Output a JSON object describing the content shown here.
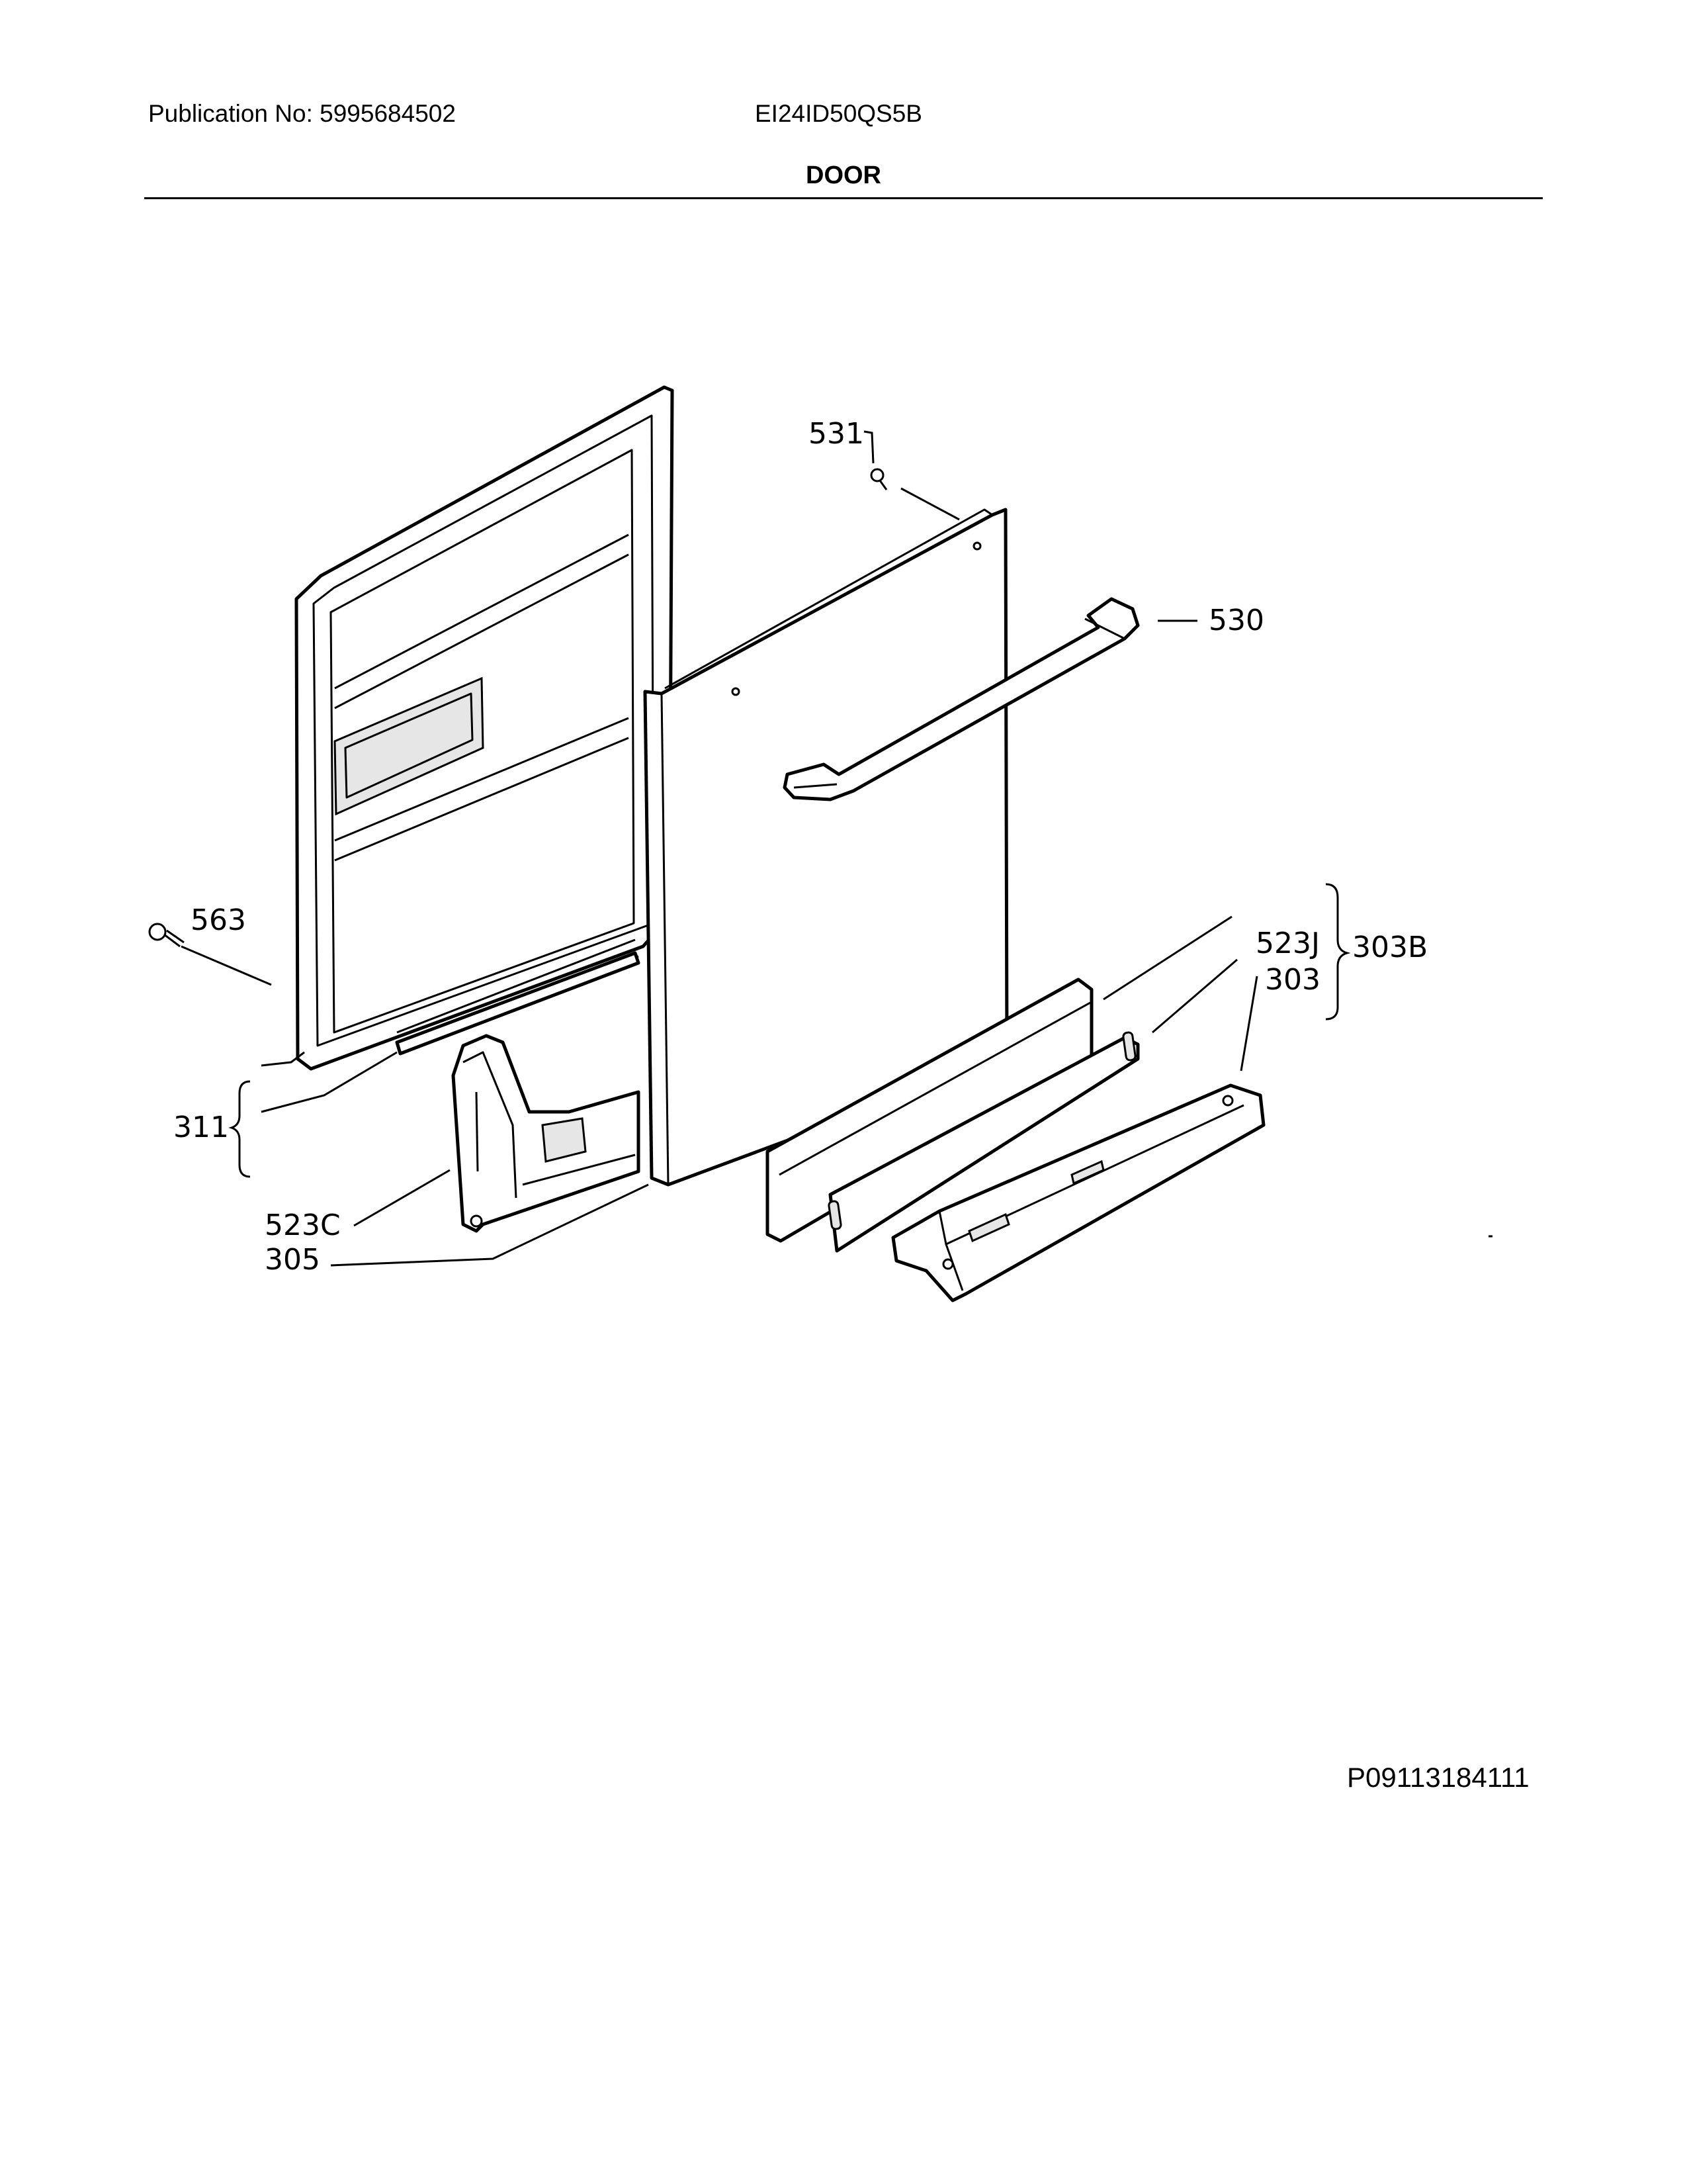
{
  "header": {
    "publication": "Publication No: 5995684502",
    "model": "EI24ID50QS5B",
    "section_title": "DOOR"
  },
  "callouts": {
    "c531": "531",
    "c530": "530",
    "c563": "563",
    "c523J": "523J",
    "c303B": "303B",
    "c303": "303",
    "c311": "311",
    "c523C": "523C",
    "c305": "305"
  },
  "footer": {
    "reference": "P09113184111"
  }
}
